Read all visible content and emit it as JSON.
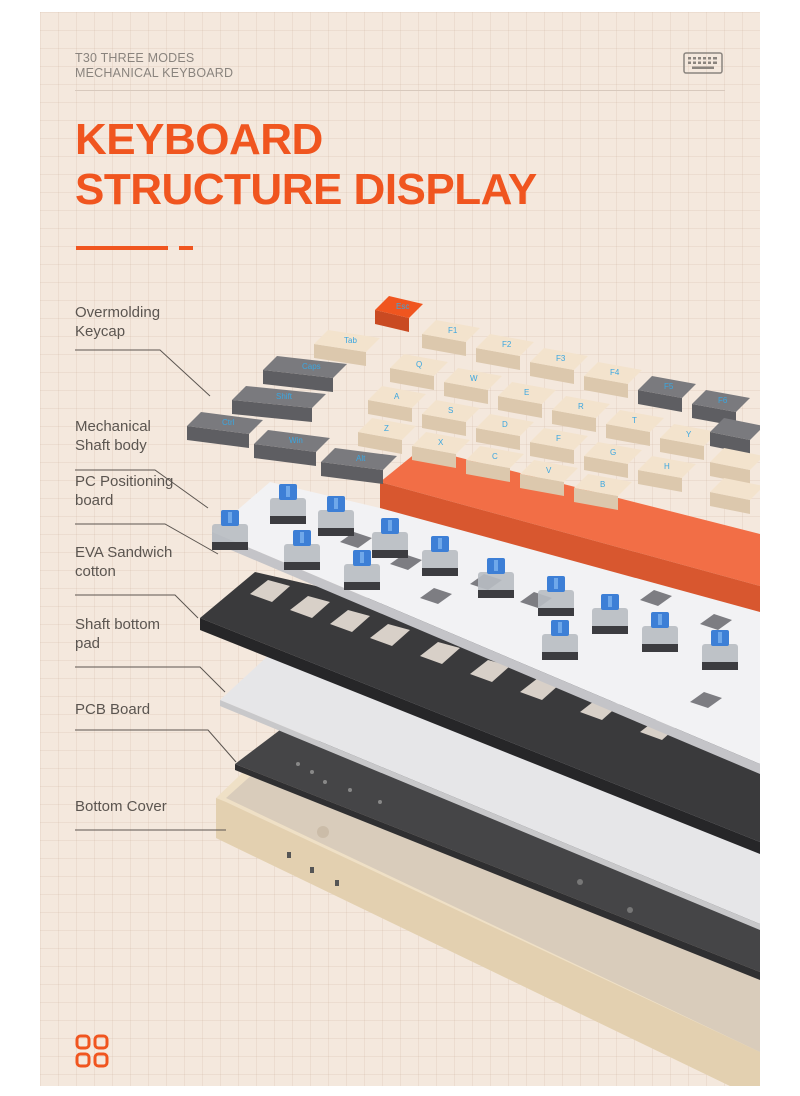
{
  "header": {
    "brand_line1": "T30 THREE MODES",
    "brand_line2": "MECHANICAL KEYBOARD",
    "keyboard_icon": "keyboard-icon"
  },
  "title": {
    "line1": "KEYBOARD",
    "line2": "STRUCTURE DISPLAY"
  },
  "labels": [
    {
      "line1": "Overmolding",
      "line2": "Keycap"
    },
    {
      "line1": "Mechanical",
      "line2": "Shaft body"
    },
    {
      "line1": "PC Positioning",
      "line2": "board"
    },
    {
      "line1": "EVA Sandwich",
      "line2": "cotton"
    },
    {
      "line1": "Shaft bottom",
      "line2": "pad"
    },
    {
      "line1": "PCB Board",
      "line2": ""
    },
    {
      "line1": "Bottom Cover",
      "line2": ""
    }
  ],
  "keycaps": [
    "Esc",
    "F1",
    "F2",
    "F3",
    "F4",
    "F5",
    "F6",
    "Tab",
    "Q",
    "W",
    "E",
    "R",
    "T",
    "Y",
    "Caps",
    "A",
    "S",
    "D",
    "F",
    "G",
    "H",
    "Shift",
    "Z",
    "X",
    "C",
    "V",
    "B",
    "Ctrl",
    "Win",
    "Alt"
  ],
  "footer": {
    "logo_icon": "four-squares-icon"
  },
  "colors": {
    "accent": "#f0551f",
    "background": "#f4e8dd",
    "keycap_cream": "#f3e3cd",
    "keycap_grey": "#7a7a7e",
    "switch_blue": "#3d7fd6",
    "label_text": "#5b5550"
  }
}
